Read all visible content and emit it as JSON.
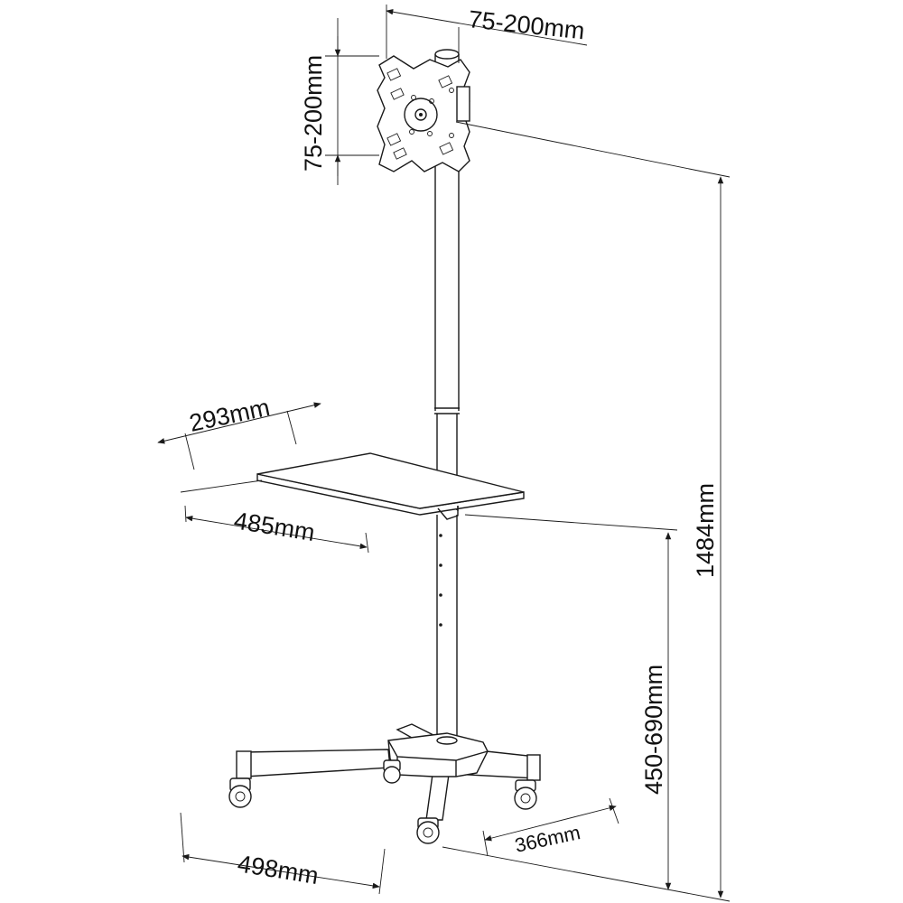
{
  "dimensions": {
    "vesa_width": "75-200mm",
    "vesa_height": "75-200mm",
    "shelf_depth": "293mm",
    "shelf_width": "485mm",
    "total_height": "1484mm",
    "shelf_height_range": "450-690mm",
    "base_width": "498mm",
    "base_depth": "366mm"
  },
  "colors": {
    "line": "#1a1a1a",
    "background": "#ffffff"
  }
}
